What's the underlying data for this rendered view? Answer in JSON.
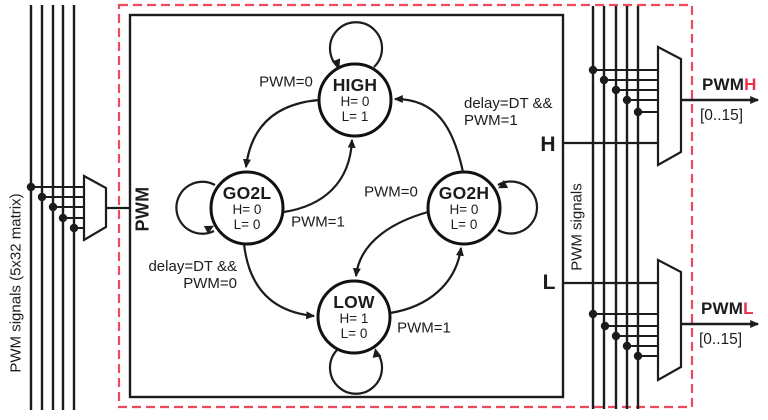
{
  "diagram": {
    "left_bus": {
      "label": "PWM signals (5x32 matrix)"
    },
    "input_mux": {
      "output_label": "PWM"
    },
    "fsm": {
      "states": [
        {
          "name": "HIGH",
          "h": "H= 0",
          "l": "L= 1"
        },
        {
          "name": "GO2L",
          "h": "H= 0",
          "l": "L= 0"
        },
        {
          "name": "GO2H",
          "h": "H= 0",
          "l": "L= 0"
        },
        {
          "name": "LOW",
          "h": "H= 1",
          "l": "L= 0"
        }
      ],
      "transitions": {
        "high_to_go2l": "PWM=0",
        "go2l_to_high": "PWM=1",
        "go2l_to_low_line1": "delay=DT &&",
        "go2l_to_low_line2": "PWM=0",
        "low_to_go2h": "PWM=1",
        "go2h_to_low": "PWM=0",
        "go2h_to_high_line1": "delay=DT &&",
        "go2h_to_high_line2": "PWM=1"
      },
      "outputs": {
        "h": "H",
        "l": "L"
      }
    },
    "right_bus": {
      "label": "PWM signals"
    },
    "outputs": {
      "pwmh": {
        "prefix": "PWM",
        "suffix": "H",
        "range": "[0..15]"
      },
      "pwml": {
        "prefix": "PWM",
        "suffix": "L",
        "range": "[0..15]"
      }
    },
    "colors": {
      "ink": "#1c1c1c",
      "accent_red": "#e8304a",
      "dashed_border": "#ec4a5e"
    }
  }
}
